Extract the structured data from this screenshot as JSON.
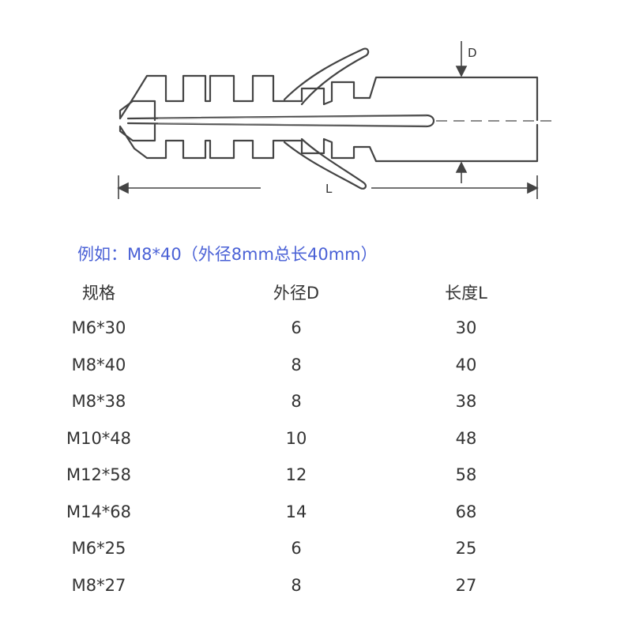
{
  "diagram": {
    "label_d": "D",
    "label_l": "L"
  },
  "example_text": "例如：M8*40（外径8mm总长40mm）",
  "table": {
    "headers": [
      "规格",
      "外径D",
      "长度L"
    ],
    "rows": [
      [
        "M6*30",
        "6",
        "30"
      ],
      [
        "M8*40",
        "8",
        "40"
      ],
      [
        "M8*38",
        "8",
        "38"
      ],
      [
        "M10*48",
        "10",
        "48"
      ],
      [
        "M12*58",
        "12",
        "58"
      ],
      [
        "M14*68",
        "14",
        "68"
      ],
      [
        "M6*25",
        "6",
        "25"
      ],
      [
        "M8*27",
        "8",
        "27"
      ]
    ]
  },
  "colors": {
    "line": "#444444",
    "accent": "#4a61d6"
  }
}
